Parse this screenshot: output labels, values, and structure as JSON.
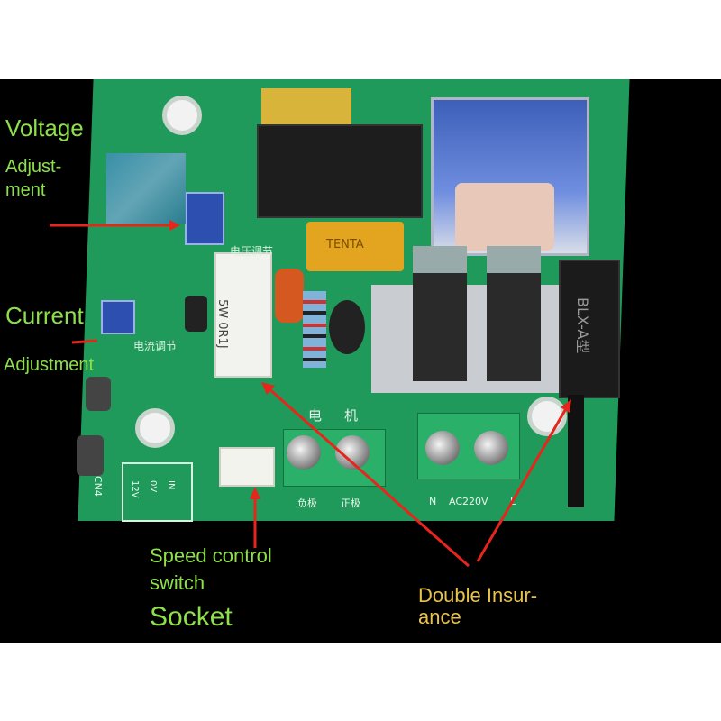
{
  "labels": {
    "voltage_title": "Voltage",
    "voltage_sub_1": "Adjust-",
    "voltage_sub_2": "ment",
    "current_title": "Current",
    "current_sub": "Adjustment",
    "speed_1": "Speed control",
    "speed_2": "switch",
    "socket": "Socket",
    "insurance_1": "Double Insur-",
    "insurance_2": "ance"
  },
  "board_text": {
    "voltage_cn": "电压调节",
    "current_cn": "电流调节",
    "motor_cn_1": "电",
    "motor_cn_2": "机",
    "neg": "负极",
    "pos": "正极",
    "ac": "AC220V",
    "n": "N",
    "l": "L",
    "fuse": "BLX-A型",
    "resistor": "5W 0R1J",
    "cap": "TENTA",
    "cn4": "CN4",
    "pin_12v": "12V",
    "pin_0v": "0V",
    "pin_in": "IN"
  },
  "colors": {
    "green_label": "#8de04a",
    "gold_label": "#e8c24a",
    "arrow": "#e8251c",
    "pcb": "#1f9a5a"
  }
}
